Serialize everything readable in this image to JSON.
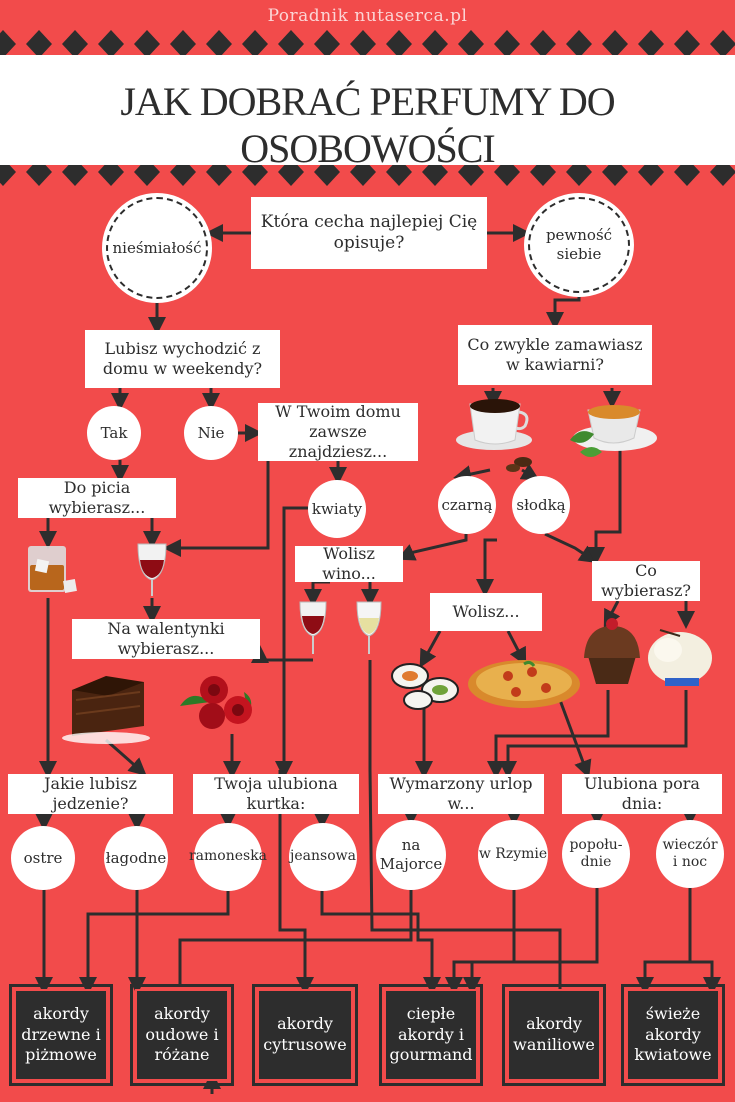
{
  "header": {
    "brand": "Poradnik nutaserca.pl",
    "title": "JAK DOBRAĆ PERFUMY DO OSOBOWOŚCI"
  },
  "colors": {
    "background": "#f24b4b",
    "line": "#2d2d2d",
    "box": "#ffffff",
    "result": "#2d2d2d"
  },
  "questions": {
    "start": "Która cecha najlepiej Cię opisuje?",
    "weekend": "Lubisz wychodzić z domu w weekendy?",
    "home": "W Twoim domu zawsze znajdziesz...",
    "cafe": "Co zwykle zamawiasz w kawiarni?",
    "drink": "Do picia wybierasz...",
    "wine": "Wolisz wino...",
    "choose": "Co wybierasz?",
    "prefer": "Wolisz...",
    "valentine": "Na walentynki wybierasz...",
    "food": "Jakie lubisz jedzenie?",
    "jacket": "Twoja ulubiona kurtka:",
    "holiday": "Wymarzony urlop w...",
    "daytime": "Ulubiona pora dnia:"
  },
  "answers": {
    "shy": "nieśmiałość",
    "confident": "pewność siebie",
    "yes": "Tak",
    "no": "Nie",
    "flowers": "kwiaty",
    "black": "czarną",
    "sweet": "słodką",
    "spicy": "ostre",
    "mild": "łagodne",
    "biker": "ramoneska",
    "denim": "jeansowa",
    "majorca": "na Majorce",
    "rome": "w Rzymie",
    "afternoon": "popołu-dnie",
    "evening": "wieczór i noc"
  },
  "results": [
    "akordy drzewne i piżmowe",
    "akordy oudowe i różane",
    "akordy cytrusowe",
    "ciepłe akordy i gourmand",
    "akordy waniliowe",
    "świeże akordy kwiatowe"
  ],
  "illustrations": {
    "coffee": "coffee-cup",
    "tea": "tea-cup",
    "whisky": "whisky-glass",
    "red_wine_glass": "red-wine-glass",
    "white_wine_glass": "white-wine-glass",
    "sushi": "sushi",
    "pizza": "pizza",
    "cupcake": "cupcake",
    "ice_cream": "ice-cream",
    "cake": "chocolate-cake",
    "roses": "red-roses"
  }
}
